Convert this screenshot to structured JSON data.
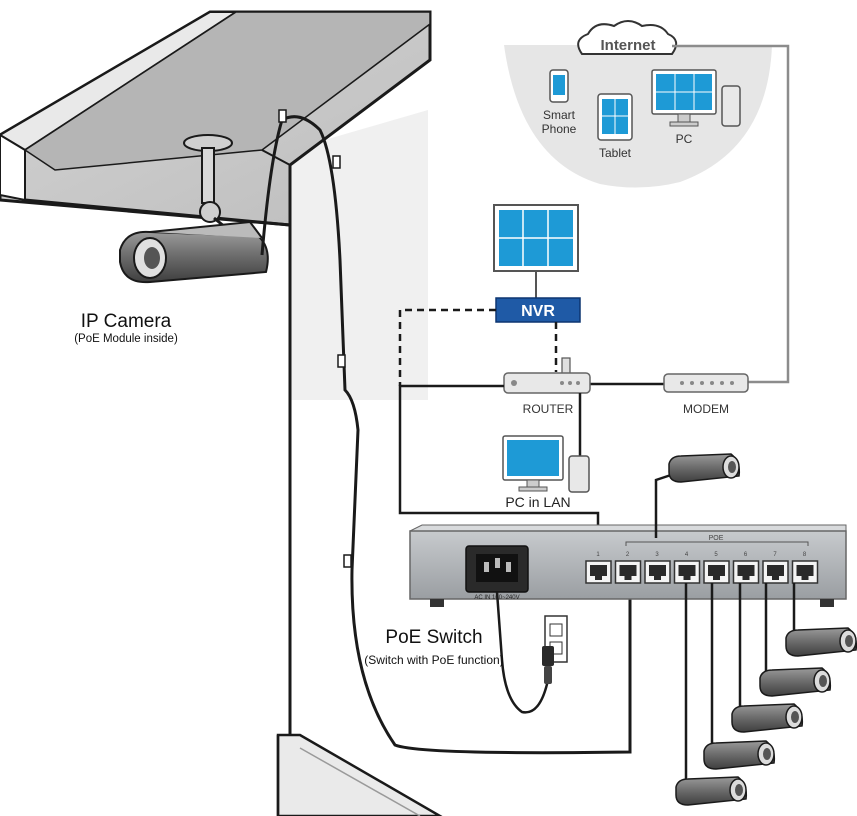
{
  "internet": {
    "label": "Internet",
    "devices": [
      {
        "name": "smart-phone",
        "label_line1": "Smart",
        "label_line2": "Phone"
      },
      {
        "name": "tablet",
        "label": "Tablet"
      },
      {
        "name": "pc",
        "label": "PC"
      }
    ]
  },
  "nvr": {
    "label": "NVR"
  },
  "router": {
    "label": "ROUTER"
  },
  "modem": {
    "label": "MODEM"
  },
  "pc_lan": {
    "label": "PC in LAN"
  },
  "ip_camera": {
    "title": "IP Camera",
    "subtitle": "(PoE Module inside)"
  },
  "poe_switch": {
    "title": "PoE Switch",
    "subtitle": "(Switch with PoE function)",
    "power_label": "AC IN 100~240V",
    "poe_label": "POE",
    "port_numbers": [
      "1",
      "2",
      "3",
      "4",
      "5",
      "6",
      "7",
      "8"
    ]
  },
  "colors": {
    "screen_blue": "#1e9ad6",
    "nvr_blue": "#1f5aa6",
    "line_dark": "#1a1a1a",
    "cable_gray": "#8c8c8c",
    "cloud_bg": "#e6e6e6",
    "wall_gray": "#f0f0f0"
  }
}
